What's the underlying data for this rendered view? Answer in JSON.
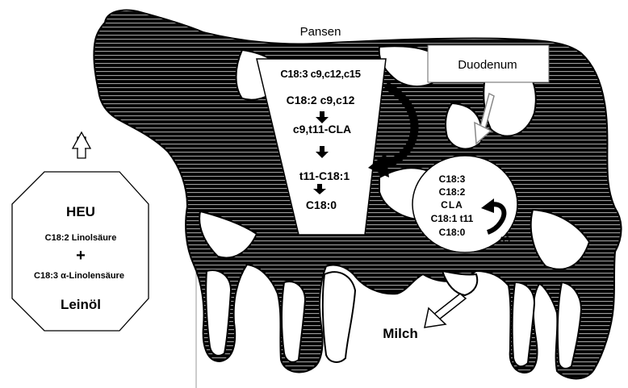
{
  "labels": {
    "pansen": "Pansen",
    "duodenum": "Duodenum",
    "milch": "Milch"
  },
  "rumen_steps": [
    "C18:3 c9,c12,c15",
    "C18:2 c9,c12",
    "c9,t11-CLA",
    "t11-C18:1",
    "C18:0"
  ],
  "intestine_items": [
    "C18:3",
    "C18:2",
    "CLA",
    "C18:1 t11",
    "C18:0"
  ],
  "delta_label": "Δ9",
  "feed": {
    "title": "HEU",
    "line1": "C18:2 Linolsäure",
    "plus": "+",
    "line2": "C18:3 α-Linolensäure",
    "footer": "Leinöl"
  },
  "colors": {
    "ink": "#000000",
    "paper": "#ffffff",
    "arrow_gray": "#888888",
    "divider": "#999999"
  }
}
